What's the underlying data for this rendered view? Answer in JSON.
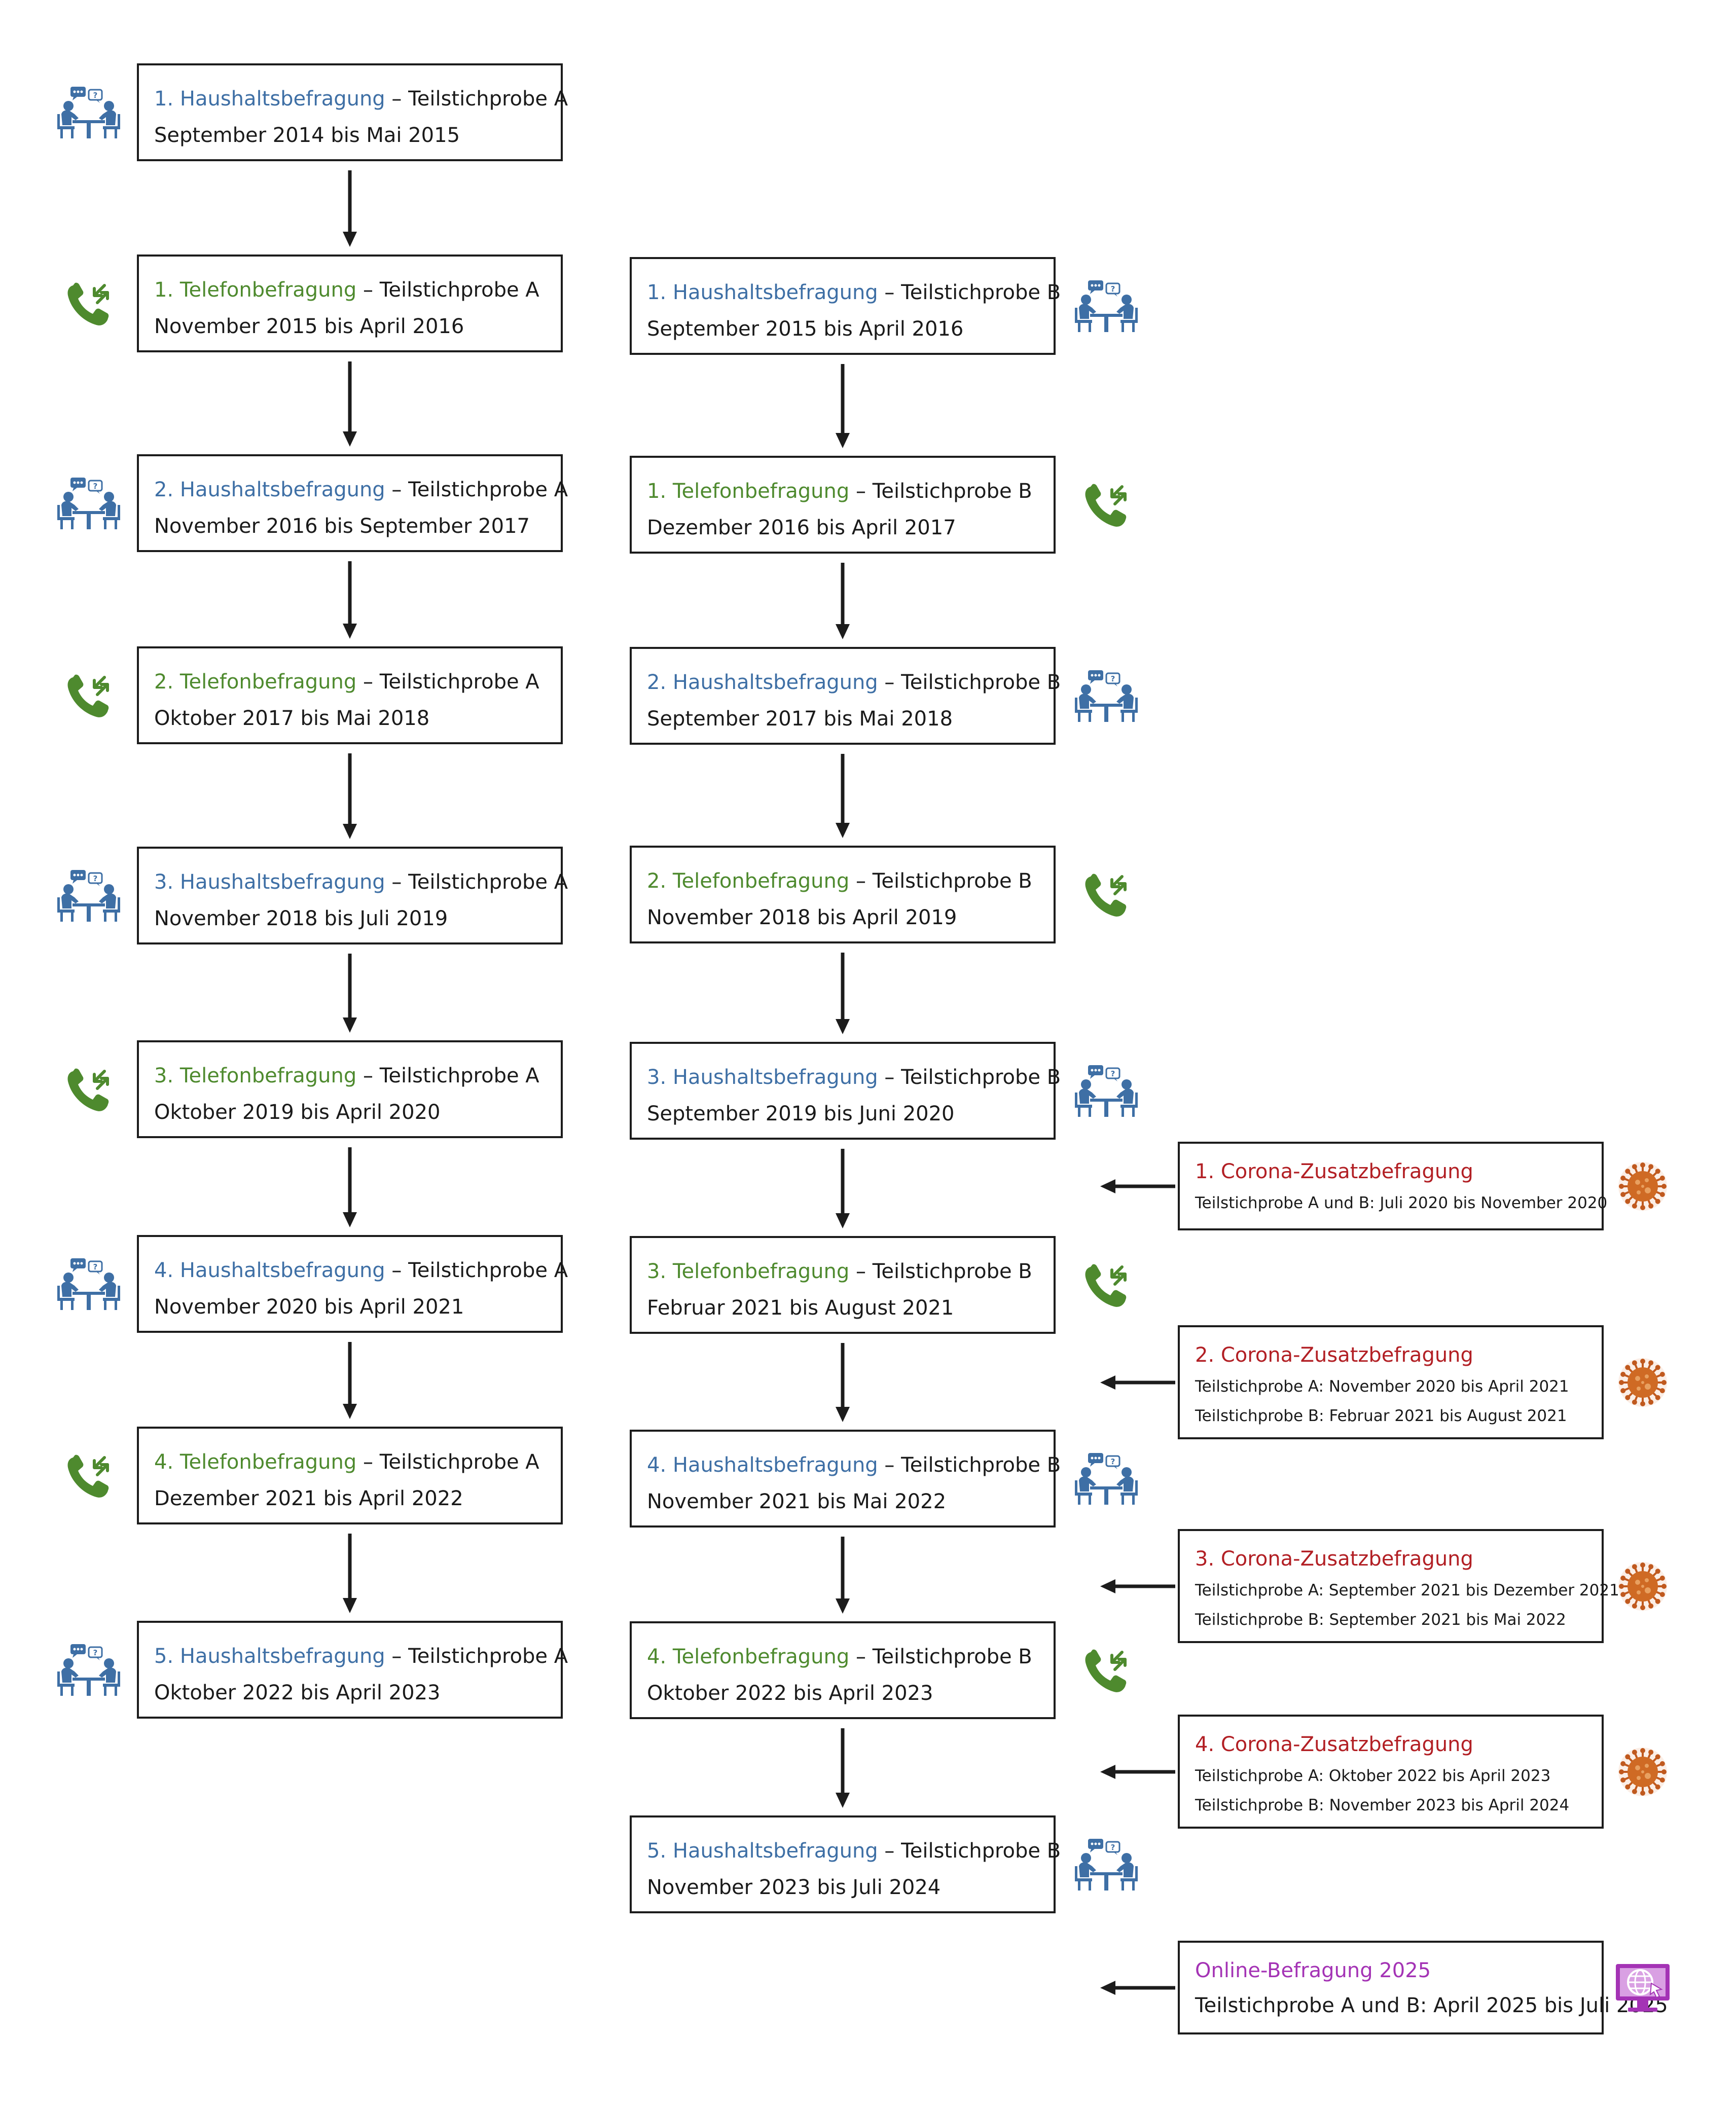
{
  "colors": {
    "haushalt": "#3e6fa5",
    "telefon": "#4e8a2e",
    "corona": "#b21f24",
    "online": "#a433b5",
    "line": "#1c1c1c"
  },
  "icons": {
    "haushalt": "household-interview-icon",
    "telefon": "phone-call-icon",
    "corona": "virus-icon",
    "online": "online-survey-monitor-icon"
  },
  "column_a": [
    {
      "title": "1. Haushaltsbefragung",
      "kind": "haushalt",
      "subsample": " – Teilstichprobe A",
      "period": "September 2014 bis Mai 2015"
    },
    {
      "title": "1. Telefonbefragung",
      "kind": "telefon",
      "subsample": " – Teilstichprobe A",
      "period": "November 2015 bis April 2016"
    },
    {
      "title": "2. Haushaltsbefragung",
      "kind": "haushalt",
      "subsample": " – Teilstichprobe A",
      "period": "November 2016 bis September 2017"
    },
    {
      "title": "2. Telefonbefragung",
      "kind": "telefon",
      "subsample": " – Teilstichprobe A",
      "period": "Oktober 2017 bis Mai 2018"
    },
    {
      "title": "3. Haushaltsbefragung",
      "kind": "haushalt",
      "subsample": " – Teilstichprobe A",
      "period": "November 2018 bis Juli 2019"
    },
    {
      "title": "3. Telefonbefragung",
      "kind": "telefon",
      "subsample": " – Teilstichprobe A",
      "period": "Oktober 2019 bis April 2020"
    },
    {
      "title": "4. Haushaltsbefragung",
      "kind": "haushalt",
      "subsample": " – Teilstichprobe A",
      "period": "November 2020 bis April 2021"
    },
    {
      "title": "4. Telefonbefragung",
      "kind": "telefon",
      "subsample": " – Teilstichprobe A",
      "period": "Dezember 2021 bis April 2022"
    },
    {
      "title": "5. Haushaltsbefragung",
      "kind": "haushalt",
      "subsample": " – Teilstichprobe A",
      "period": "Oktober 2022 bis April 2023"
    }
  ],
  "column_b": [
    {
      "title": "1. Haushaltsbefragung",
      "kind": "haushalt",
      "subsample": " – Teilstichprobe B",
      "period": "September 2015 bis April 2016"
    },
    {
      "title": "1. Telefonbefragung",
      "kind": "telefon",
      "subsample": " – Teilstichprobe B",
      "period": "Dezember 2016 bis April 2017"
    },
    {
      "title": "2. Haushaltsbefragung",
      "kind": "haushalt",
      "subsample": " – Teilstichprobe B",
      "period": "September 2017 bis Mai 2018"
    },
    {
      "title": "2. Telefonbefragung",
      "kind": "telefon",
      "subsample": " – Teilstichprobe B",
      "period": "November 2018 bis April 2019"
    },
    {
      "title": "3. Haushaltsbefragung",
      "kind": "haushalt",
      "subsample": " – Teilstichprobe B",
      "period": "September 2019 bis Juni 2020"
    },
    {
      "title": "3. Telefonbefragung",
      "kind": "telefon",
      "subsample": " – Teilstichprobe B",
      "period": "Februar 2021 bis August 2021"
    },
    {
      "title": "4. Haushaltsbefragung",
      "kind": "haushalt",
      "subsample": " – Teilstichprobe B",
      "period": "November 2021 bis Mai 2022"
    },
    {
      "title": "4. Telefonbefragung",
      "kind": "telefon",
      "subsample": " – Teilstichprobe B",
      "period": "Oktober 2022 bis April 2023"
    },
    {
      "title": "5. Haushaltsbefragung",
      "kind": "haushalt",
      "subsample": " – Teilstichprobe B",
      "period": "November 2023 bis Juli 2024"
    }
  ],
  "column_c": [
    {
      "title": "1. Corona-Zusatzbefragung",
      "kind": "corona",
      "lines": [
        "Teilstichprobe A und B: Juli 2020 bis November 2020"
      ]
    },
    {
      "title": "2. Corona-Zusatzbefragung",
      "kind": "corona",
      "lines": [
        "Teilstichprobe A: November 2020 bis April 2021",
        "Teilstichprobe B: Februar 2021 bis August 2021"
      ]
    },
    {
      "title": "3. Corona-Zusatzbefragung",
      "kind": "corona",
      "lines": [
        "Teilstichprobe A: September 2021 bis Dezember 2021",
        "Teilstichprobe B: September 2021 bis Mai 2022"
      ]
    },
    {
      "title": "4. Corona-Zusatzbefragung",
      "kind": "corona",
      "lines": [
        "Teilstichprobe A: Oktober 2022 bis April 2023",
        "Teilstichprobe B: November 2023 bis April 2024"
      ]
    },
    {
      "title": "Online-Befragung 2025",
      "kind": "online",
      "lines": [
        "Teilstichprobe A und B: April 2025 bis Juli 2025"
      ]
    }
  ]
}
